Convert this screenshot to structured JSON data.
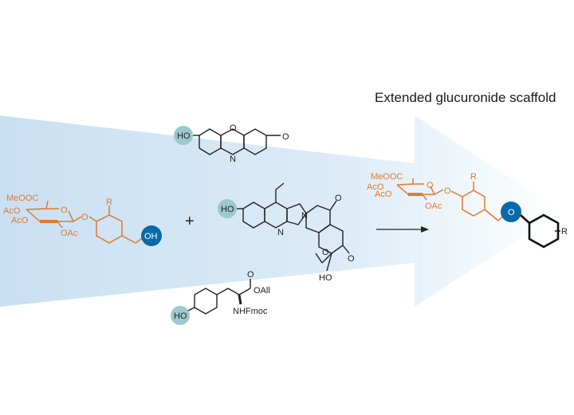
{
  "title": "Extended glucuronide scaffold",
  "colors": {
    "orange": "#e07a2e",
    "blue": "#0a6aa8",
    "teal": "#9cc9cd",
    "arrow_start": "#c9e0f2"
  },
  "left_glucuronide": {
    "ester": "MeOOC",
    "aco1": "AcO",
    "aco2": "AcO",
    "oac": "OAc",
    "ring_o": "O",
    "ether_o": "O",
    "r": "R",
    "oh": "OH"
  },
  "plus": "+",
  "resorufin": {
    "ho": "HO",
    "o_ring": "O",
    "n_ring": "N",
    "keto": "O"
  },
  "camptothecin": {
    "ho": "HO",
    "n1": "N",
    "n2": "N",
    "o1": "O",
    "o2": "O",
    "o3": "O",
    "oh": "HO"
  },
  "tyrosine": {
    "ho": "HO",
    "o": "O",
    "oall": "OAll",
    "nhfmoc": "NHFmoc"
  },
  "product": {
    "ester": "MeOOC",
    "aco1": "AcO",
    "aco2": "AcO",
    "oac": "OAc",
    "ring_o": "O",
    "ether_o": "O",
    "r": "R",
    "o_link": "O",
    "r2": "R"
  }
}
